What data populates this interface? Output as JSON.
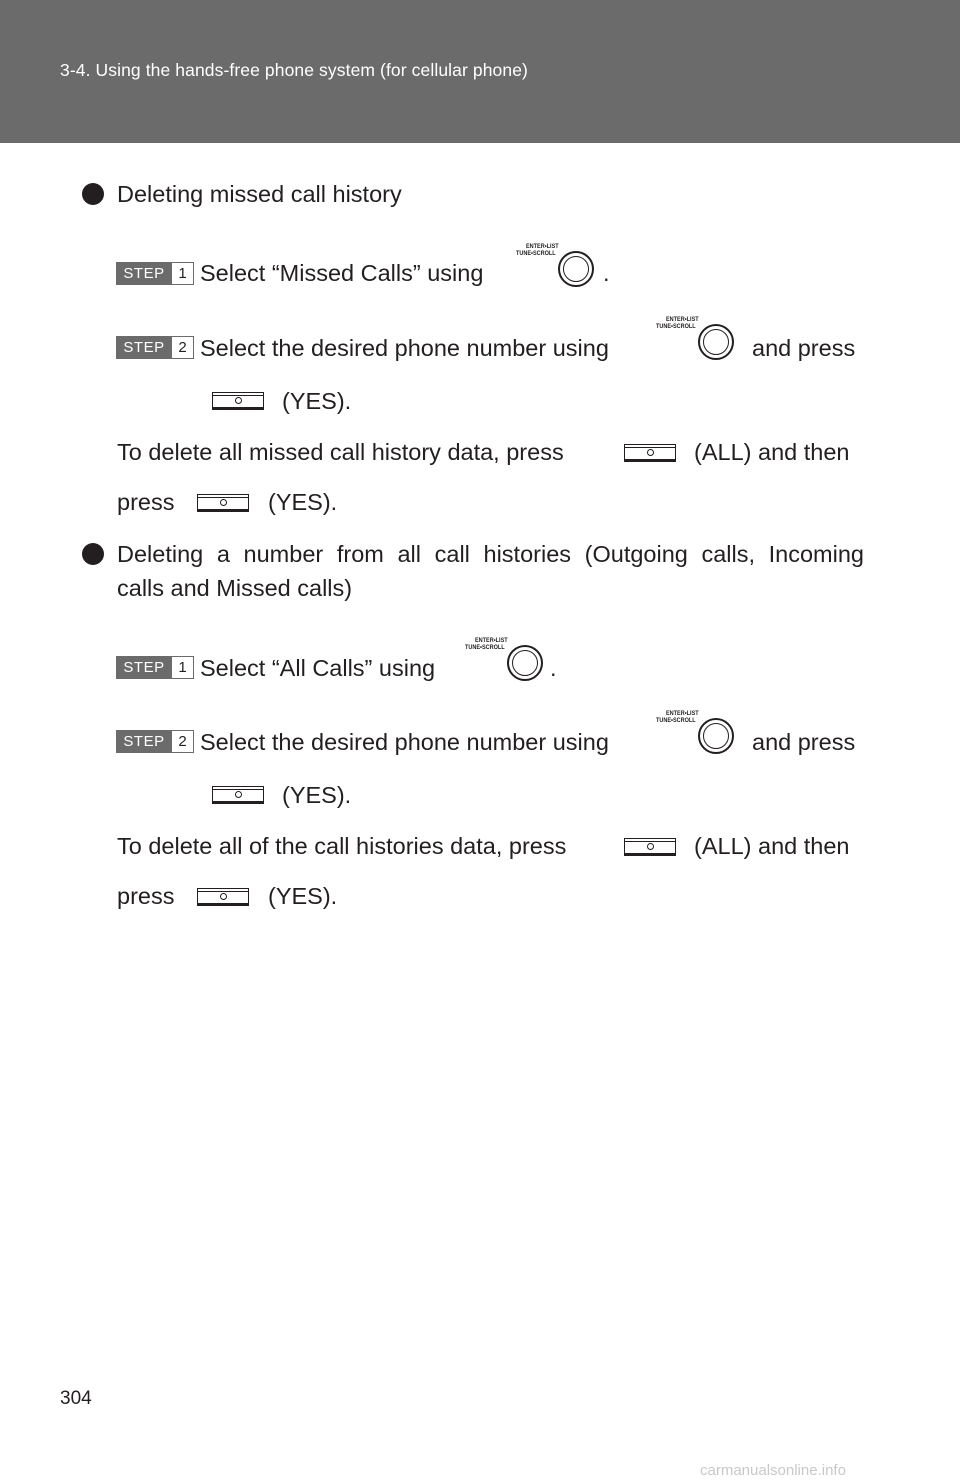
{
  "header": {
    "title": "3-4. Using the hands-free phone system (for cellular phone)"
  },
  "knob_icon": {
    "line1": "ENTER•LIST",
    "line2": "TUNE•SCROLL"
  },
  "step_word": "STEP",
  "section1": {
    "heading": "Deleting missed call history",
    "step1": {
      "num": "1",
      "text_before": "Select “Missed Calls” using",
      "text_after": "."
    },
    "step2": {
      "num": "2",
      "text_before": "Select the desired phone number using",
      "text_after": "and press",
      "yes": "(YES)."
    },
    "note": {
      "part1": "To delete all missed call history data, press",
      "all": "(ALL) and then",
      "press": "press",
      "yes": "(YES)."
    }
  },
  "section2": {
    "heading_line1": "Deleting a number from all call histories (Outgoing calls, Incoming",
    "heading_line2": "calls and Missed calls)",
    "step1": {
      "num": "1",
      "text_before": "Select “All Calls” using",
      "text_after": "."
    },
    "step2": {
      "num": "2",
      "text_before": "Select the desired phone number using",
      "text_after": "and press",
      "yes": "(YES)."
    },
    "note": {
      "part1": "To delete all of the call histories data, press",
      "all": "(ALL) and then",
      "press": "press",
      "yes": "(YES)."
    }
  },
  "page_number": "304",
  "watermark": "carmanualsonline.info"
}
